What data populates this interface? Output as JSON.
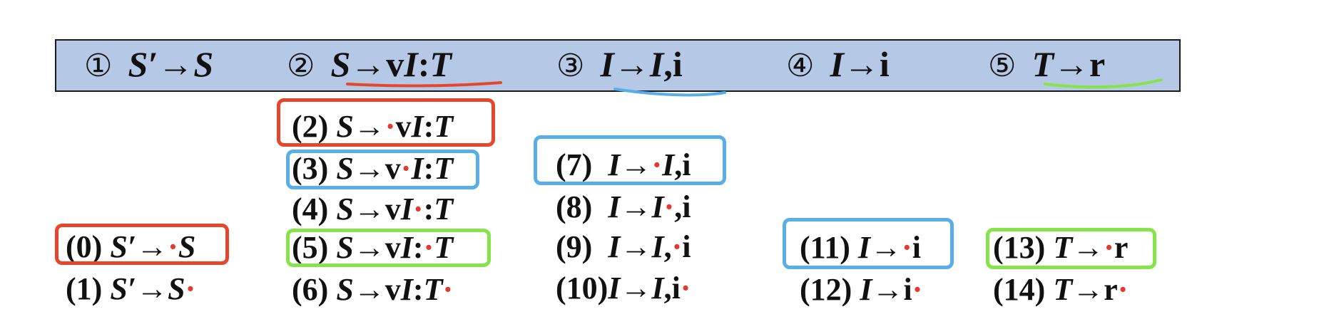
{
  "colors": {
    "bar_bg": "#b5c9e6",
    "red": "#e5472d",
    "blue": "#5aaee8",
    "green": "#86e34a",
    "dot": "#e23b2e"
  },
  "productions": [
    {
      "num": "①",
      "lhs": "S′",
      "arrow": "→",
      "rhs": "S"
    },
    {
      "num": "②",
      "lhs": "S",
      "arrow": "→",
      "rhs_a": "v",
      "rhs_b": "I",
      "rhs_c": ":",
      "rhs_d": "T"
    },
    {
      "num": "③",
      "lhs": "I",
      "arrow": "→",
      "rhs_a": "I",
      "rhs_b": ",i"
    },
    {
      "num": "④",
      "lhs": "I",
      "arrow": "→",
      "rhs": "i"
    },
    {
      "num": "⑤",
      "lhs": "T",
      "arrow": "→",
      "rhs": "r"
    }
  ],
  "items": {
    "i0": {
      "n": "(0)",
      "lhs": "S′",
      "ar": "→",
      "dot": "·",
      "b": "S"
    },
    "i1": {
      "n": "(1)",
      "lhs": "S′",
      "ar": "→",
      "a": "S",
      "dot": "·"
    },
    "i2": {
      "n": "(2)",
      "lhs": "S",
      "ar": "→",
      "dot": "·",
      "b1": "v",
      "b2": "I",
      "b3": ":",
      "b4": "T"
    },
    "i3": {
      "n": "(3)",
      "lhs": "S",
      "ar": "→",
      "a1": "v",
      "dot": "·",
      "b2": "I",
      "b3": ":",
      "b4": "T"
    },
    "i4": {
      "n": "(4)",
      "lhs": "S",
      "ar": "→",
      "a1": "v",
      "a2": "I",
      "dot": "·",
      "b3": ":",
      "b4": "T"
    },
    "i5": {
      "n": "(5)",
      "lhs": "S",
      "ar": "→",
      "a1": "v",
      "a2": "I",
      "a3": ":",
      "dot": "·",
      "b4": "T"
    },
    "i6": {
      "n": "(6)",
      "lhs": "S",
      "ar": "→",
      "a1": "v",
      "a2": "I",
      "a3": ":",
      "a4": "T",
      "dot": "·"
    },
    "i7": {
      "n": "(7)",
      "lhs": "I",
      "ar": "→",
      "dot": "·",
      "b1": "I",
      "b2": ",i"
    },
    "i8": {
      "n": "(8)",
      "lhs": "I",
      "ar": "→",
      "a1": "I",
      "dot": "·",
      "b2": ",i"
    },
    "i9": {
      "n": "(9)",
      "lhs": "I",
      "ar": "→",
      "a1": "I",
      "a2": ",",
      "dot": "·",
      "b3": "i"
    },
    "i10": {
      "n": "(10)",
      "lhs": "I",
      "ar": "→",
      "a1": "I",
      "a2": ",i",
      "dot": "·"
    },
    "i11": {
      "n": "(11)",
      "lhs": "I",
      "ar": "→",
      "dot": "·",
      "b": "i"
    },
    "i12": {
      "n": "(12)",
      "lhs": "I",
      "ar": "→",
      "a": "i",
      "dot": "·"
    },
    "i13": {
      "n": "(13)",
      "lhs": "T",
      "ar": "→",
      "dot": "·",
      "b": "r"
    },
    "i14": {
      "n": "(14)",
      "lhs": "T",
      "ar": "→",
      "a": "r",
      "dot": "·"
    }
  }
}
